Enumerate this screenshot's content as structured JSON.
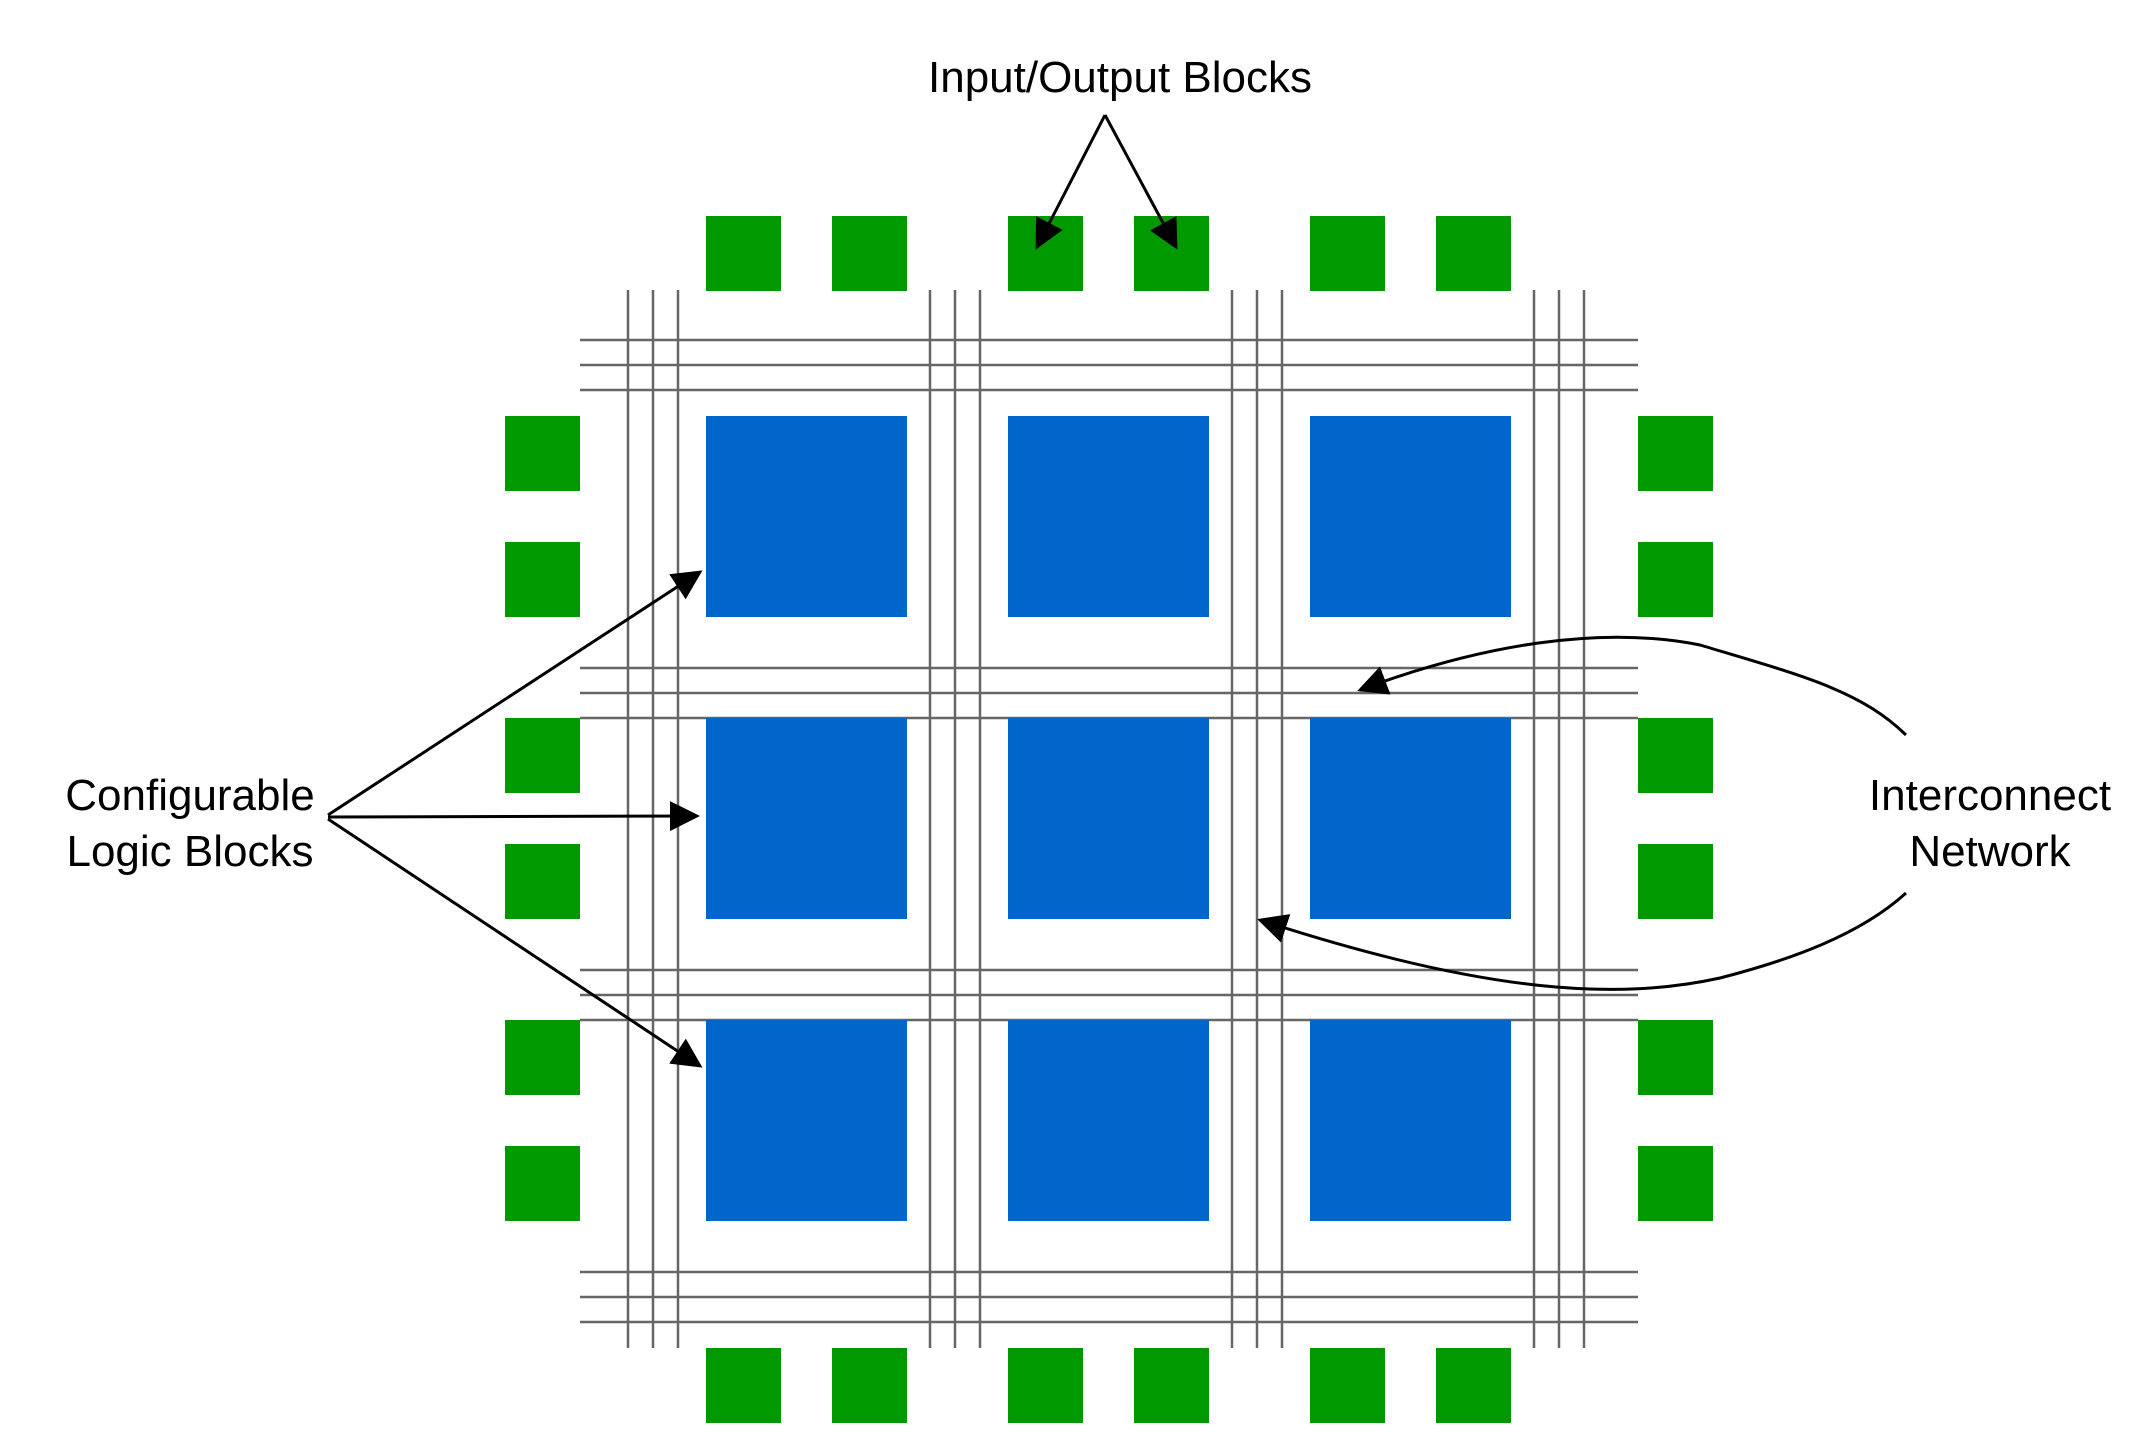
{
  "labels": {
    "io_title": "Input/Output Blocks",
    "clb_line1": "Configurable",
    "clb_line2": "Logic Blocks",
    "interconnect_line1": "Interconnect",
    "interconnect_line2": "Network"
  },
  "colors": {
    "io_block": "#009900",
    "logic_block": "#0066CC",
    "routing_wire": "#666666",
    "arrow": "#000000"
  },
  "grid": {
    "logic_block_rows": 3,
    "logic_block_cols": 3,
    "io_blocks_per_side": 6
  }
}
